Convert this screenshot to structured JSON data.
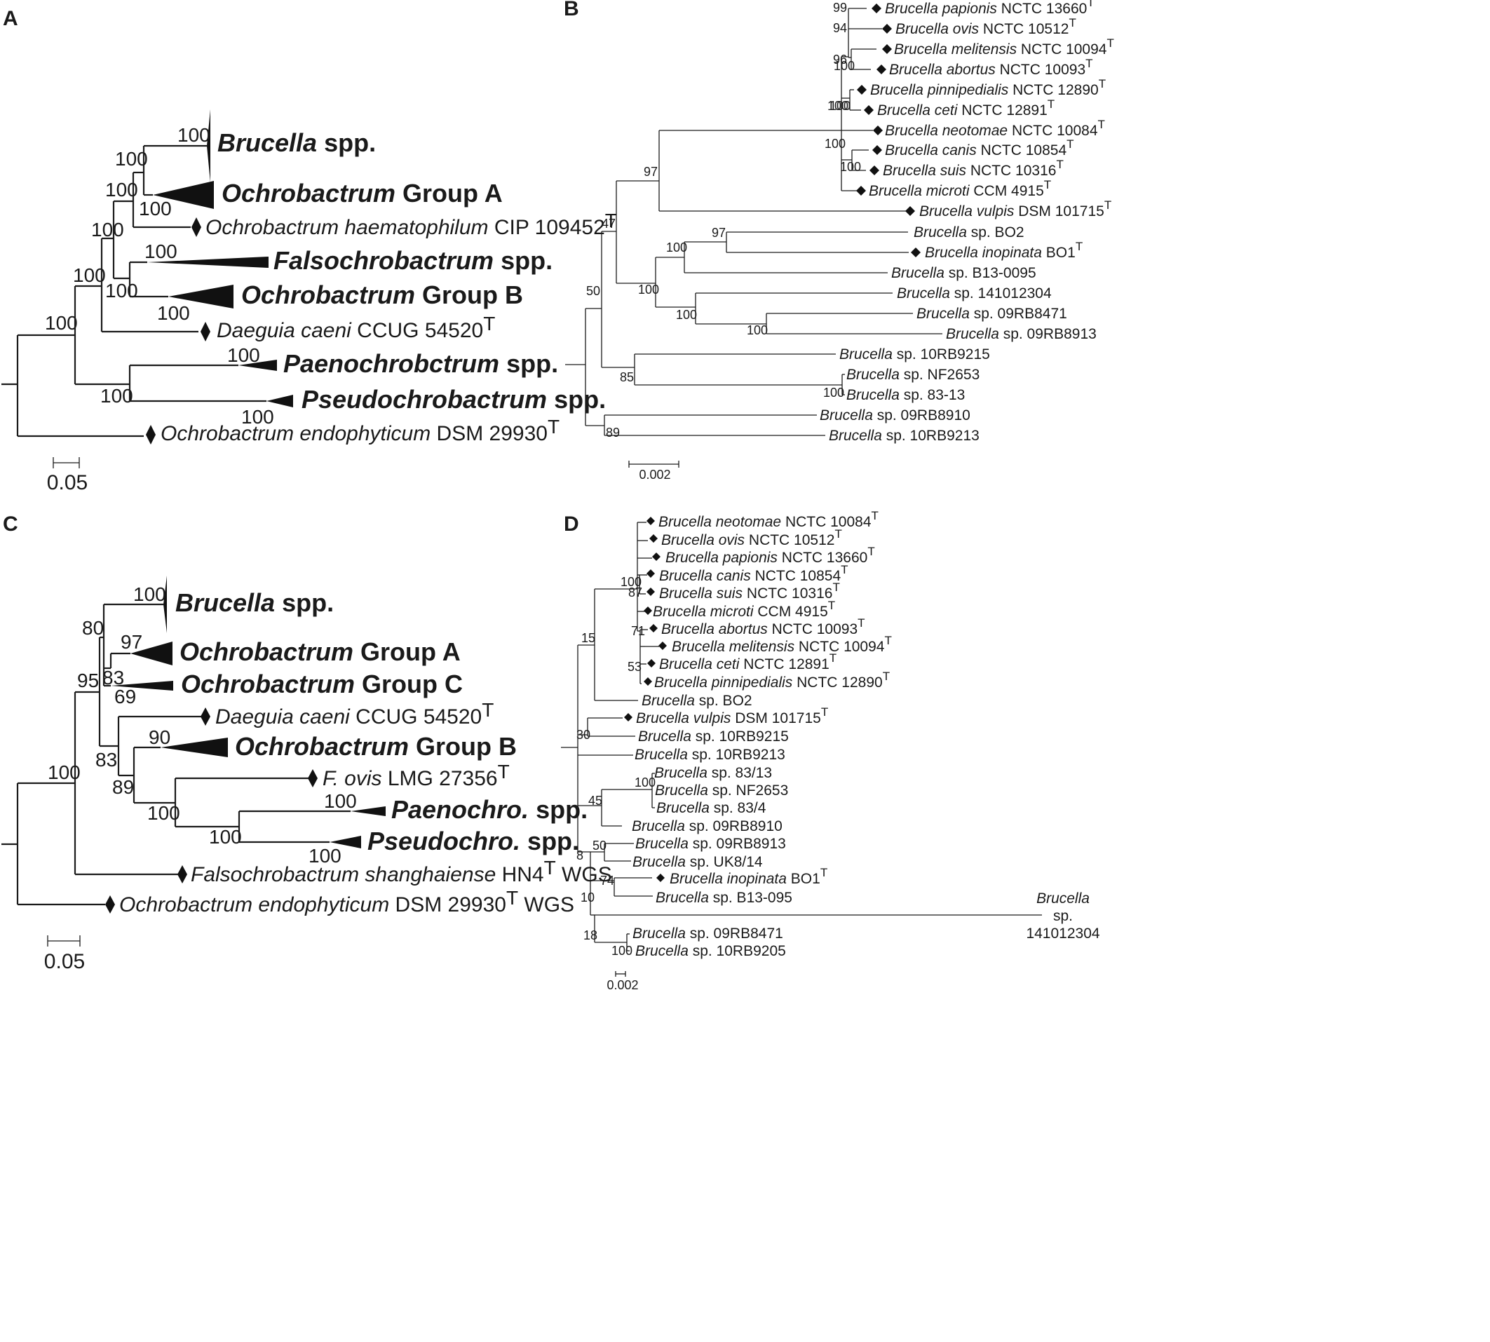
{
  "panels": [
    {
      "id": "A",
      "label": "A",
      "scale_bar": "0.05",
      "bootstrap": [
        "100",
        "100",
        "100",
        "100",
        "100",
        "100",
        "100",
        "100",
        "100",
        "100",
        "100",
        "100",
        "100"
      ],
      "leaves": [
        {
          "it": "Brucella",
          "rest": " spp.",
          "style": "bold-clade"
        },
        {
          "it": "Ochrobactrum",
          "rest": " Group A",
          "style": "bold-clade"
        },
        {
          "it": "Ochrobactrum haematophilum",
          "rest": " CIP 109452",
          "sup": "T",
          "marker": "diamond"
        },
        {
          "it": "Falsochrobactrum",
          "rest": " spp.",
          "style": "bold-clade"
        },
        {
          "it": "Ochrobactrum",
          "rest": " Group B",
          "style": "bold-clade"
        },
        {
          "it": "Daeguia caeni",
          "rest": " CCUG 54520",
          "sup": "T",
          "marker": "diamond"
        },
        {
          "it": "Paenochrobctrum",
          "rest": " spp.",
          "style": "bold-clade"
        },
        {
          "it": "Pseudochrobactrum",
          "rest": " spp.",
          "style": "bold-clade"
        },
        {
          "it": "Ochrobactrum endophyticum",
          "rest": " DSM 29930",
          "sup": "T",
          "marker": "diamond"
        }
      ]
    },
    {
      "id": "B",
      "label": "B",
      "scale_bar": "0.002",
      "bootstrap": [
        "99",
        "94",
        "96",
        "100",
        "100",
        "100",
        "100",
        "100",
        "97",
        "47",
        "97",
        "100",
        "100",
        "100",
        "100",
        "50",
        "85",
        "100",
        "89"
      ],
      "leaves": [
        {
          "it": "Brucella papionis",
          "rest": " NCTC 13660",
          "sup": "T",
          "marker": "diamond"
        },
        {
          "it": "Brucella ovis",
          "rest": " NCTC 10512",
          "sup": "T",
          "marker": "diamond"
        },
        {
          "it": "Brucella melitensis",
          "rest": " NCTC 10094",
          "sup": "T",
          "marker": "diamond"
        },
        {
          "it": "Brucella abortus",
          "rest": " NCTC 10093",
          "sup": "T",
          "marker": "diamond"
        },
        {
          "it": "Brucella pinnipedialis",
          "rest": " NCTC 12890",
          "sup": "T",
          "marker": "diamond"
        },
        {
          "it": "Brucella ceti",
          "rest": " NCTC 12891",
          "sup": "T",
          "marker": "diamond"
        },
        {
          "it": "Brucella neotomae",
          "rest": " NCTC 10084",
          "sup": "T",
          "marker": "diamond"
        },
        {
          "it": "Brucella canis",
          "rest": " NCTC 10854",
          "sup": "T",
          "marker": "diamond"
        },
        {
          "it": "Brucella suis",
          "rest": " NCTC 10316",
          "sup": "T",
          "marker": "diamond"
        },
        {
          "it": "Brucella microti",
          "rest": " CCM 4915",
          "sup": "T",
          "marker": "diamond"
        },
        {
          "it": "Brucella vulpis",
          "rest": " DSM 101715",
          "sup": "T",
          "marker": "diamond"
        },
        {
          "it": "Brucella",
          "rest": " sp. BO2"
        },
        {
          "it": "Brucella inopinata",
          "rest": " BO1",
          "sup": "T",
          "marker": "diamond"
        },
        {
          "it": "Brucella",
          "rest": " sp. B13-0095"
        },
        {
          "it": "Brucella",
          "rest": " sp. 141012304"
        },
        {
          "it": "Brucella",
          "rest": " sp. 09RB8471"
        },
        {
          "it": "Brucella",
          "rest": " sp. 09RB8913"
        },
        {
          "it": "Brucella",
          "rest": " sp. 10RB9215"
        },
        {
          "it": "Brucella",
          "rest": " sp. NF2653"
        },
        {
          "it": "Brucella",
          "rest": " sp. 83-13"
        },
        {
          "it": "Brucella",
          "rest": " sp. 09RB8910"
        },
        {
          "it": "Brucella",
          "rest": " sp. 10RB9213"
        }
      ]
    },
    {
      "id": "C",
      "label": "C",
      "scale_bar": "0.05",
      "bootstrap": [
        "100",
        "80",
        "97",
        "95",
        "83",
        "69",
        "83",
        "90",
        "89",
        "100",
        "100",
        "100",
        "100",
        "100"
      ],
      "leaves": [
        {
          "it": "Brucella",
          "rest": " spp.",
          "style": "bold-clade"
        },
        {
          "it": "Ochrobactrum",
          "rest": " Group A",
          "style": "bold-clade"
        },
        {
          "it": "Ochrobactrum",
          "rest": " Group C",
          "style": "bold-clade"
        },
        {
          "it": "Daeguia caeni",
          "rest": " CCUG 54520",
          "sup": "T",
          "marker": "diamond"
        },
        {
          "it": "Ochrobactrum",
          "rest": " Group B",
          "style": "bold-clade"
        },
        {
          "it": "F. ovis",
          "rest": " LMG 27356",
          "sup": "T",
          "marker": "diamond"
        },
        {
          "it": "Paenochro.",
          "rest": " spp.",
          "style": "bold-clade"
        },
        {
          "it": "Pseudochro.",
          "rest": " spp.",
          "style": "bold-clade"
        },
        {
          "it": "Falsochrobactrum shanghaiense",
          "rest": " HN4",
          "sup": "T",
          "after": " WGS",
          "marker": "diamond"
        },
        {
          "it": "Ochrobactrum endophyticum",
          "rest": " DSM 29930",
          "sup": "T",
          "after": " WGS",
          "marker": "diamond"
        }
      ]
    },
    {
      "id": "D",
      "label": "D",
      "scale_bar": "0.002",
      "bootstrap": [
        "100",
        "87",
        "71",
        "53",
        "15",
        "30",
        "100",
        "45",
        "50",
        "8",
        "74",
        "10",
        "18",
        "100"
      ],
      "leaves": [
        {
          "it": "Brucella neotomae",
          "rest": " NCTC 10084",
          "sup": "T",
          "marker": "diamond"
        },
        {
          "it": "Brucella ovis",
          "rest": " NCTC 10512",
          "sup": "T",
          "marker": "diamond"
        },
        {
          "it": "Brucella papionis",
          "rest": " NCTC 13660",
          "sup": "T",
          "marker": "diamond"
        },
        {
          "it": "Brucella canis",
          "rest": " NCTC 10854",
          "sup": "T",
          "marker": "diamond"
        },
        {
          "it": "Brucella suis",
          "rest": " NCTC 10316",
          "sup": "T",
          "marker": "diamond"
        },
        {
          "it": "Brucella microti",
          "rest": " CCM 4915",
          "sup": "T",
          "marker": "diamond"
        },
        {
          "it": "Brucella abortus",
          "rest": " NCTC 10093",
          "sup": "T",
          "marker": "diamond"
        },
        {
          "it": "Brucella melitensis",
          "rest": " NCTC 10094",
          "sup": "T",
          "marker": "diamond"
        },
        {
          "it": "Brucella ceti",
          "rest": " NCTC 12891",
          "sup": "T",
          "marker": "diamond"
        },
        {
          "it": "Brucella pinnipedialis",
          "rest": " NCTC 12890",
          "sup": "T",
          "marker": "diamond"
        },
        {
          "it": "Brucella",
          "rest": " sp. BO2"
        },
        {
          "it": "Brucella vulpis",
          "rest": " DSM 101715",
          "sup": "T",
          "marker": "diamond"
        },
        {
          "it": "Brucella",
          "rest": " sp. 10RB9215"
        },
        {
          "it": "Brucella",
          "rest": " sp. 10RB9213"
        },
        {
          "it": "Brucella",
          "rest": " sp. 83/13"
        },
        {
          "it": "Brucella",
          "rest": " sp. NF2653"
        },
        {
          "it": "Brucella",
          "rest": " sp. 83/4"
        },
        {
          "it": "Brucella",
          "rest": " sp. 09RB8910"
        },
        {
          "it": "Brucella",
          "rest": " sp. 09RB8913"
        },
        {
          "it": "Brucella",
          "rest": " sp. UK8/14"
        },
        {
          "it": "Brucella inopinata",
          "rest": " BO1",
          "sup": "T",
          "marker": "diamond"
        },
        {
          "it": "Brucella",
          "rest": " sp. B13-095"
        },
        {
          "it": "Brucella",
          "rest": " sp. 141012304",
          "wrap": [
            "Brucella",
            "sp.",
            "141012304"
          ]
        },
        {
          "it": "Brucella",
          "rest": " sp. 09RB8471"
        },
        {
          "it": "Brucella",
          "rest": " sp. 10RB9205"
        }
      ]
    }
  ]
}
